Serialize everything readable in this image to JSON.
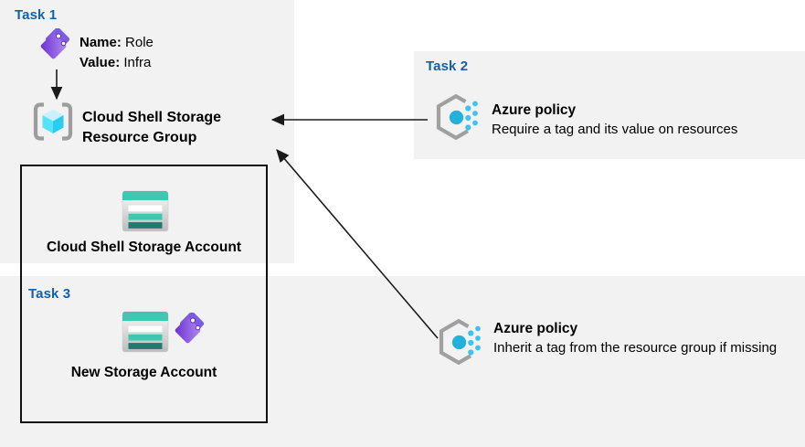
{
  "task1": {
    "title": "Task 1",
    "tag": {
      "name_label": "Name:",
      "name_value": "Role",
      "value_label": "Value:",
      "value_value": "Infra"
    },
    "resource_group_line1": "Cloud Shell Storage",
    "resource_group_line2": "Resource Group"
  },
  "resource_box": {
    "cloud_shell_storage_account": "Cloud Shell Storage Account",
    "task3_title": "Task 3",
    "new_storage_account": "New Storage Account"
  },
  "task2": {
    "title": "Task 2",
    "policy_title": "Azure policy",
    "policy_desc": "Require a tag and its value on resources"
  },
  "inherit_policy": {
    "policy_title": "Azure policy",
    "policy_desc": "Inherit a tag from the resource group if missing"
  },
  "icons": {
    "tag": "tag-icon",
    "resource_group": "resource-group-icon",
    "storage_account": "storage-account-icon",
    "policy": "azure-policy-icon"
  },
  "colors": {
    "panel_bg": "#f2f2f2",
    "heading_blue": "#1660a8",
    "box_border": "#111111",
    "arrow": "#1a1a1a",
    "teal": "#3fc7b2",
    "teal_dark": "#1f7a70",
    "purple": "#7b3fe4",
    "policy_cyan": "#22b1da"
  }
}
